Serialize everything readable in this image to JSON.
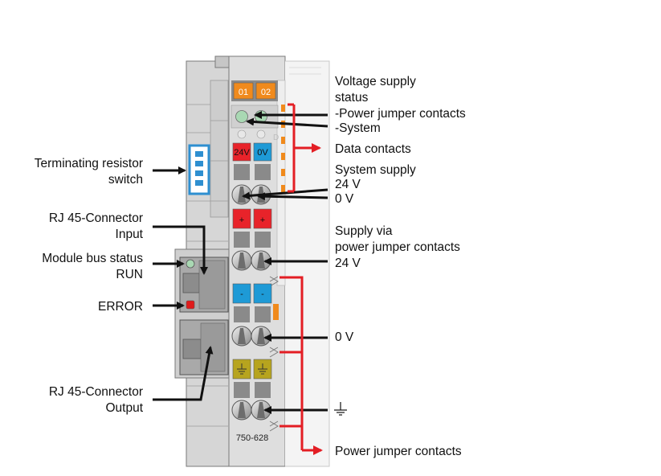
{
  "module": {
    "model": "750-628",
    "status_leds": [
      "01",
      "02"
    ],
    "terminal_labels": {
      "system_24v": "24V",
      "system_0v": "0V",
      "plus": "+",
      "minus": "-"
    }
  },
  "labels_left": {
    "terminating_resistor": [
      "Terminating resistor",
      "switch"
    ],
    "rj45_input": [
      "RJ 45-Connector",
      "Input"
    ],
    "module_bus_status": [
      "Module bus status",
      "RUN"
    ],
    "error": [
      "ERROR"
    ],
    "rj45_output": [
      "RJ 45-Connector",
      "Output"
    ]
  },
  "labels_right": {
    "voltage_supply_status": [
      "Voltage supply",
      "status",
      "-Power jumper contacts",
      "-System"
    ],
    "data_contacts": [
      "Data contacts"
    ],
    "system_supply": [
      "System supply",
      "24 V",
      "0 V"
    ],
    "supply_via_pjc": [
      "Supply via",
      "power jumper contacts",
      "24 V"
    ],
    "zero_v": [
      "0 V"
    ],
    "power_jumper_contacts": [
      "Power jumper contacts"
    ]
  },
  "colors": {
    "housing": "#d9d9d9",
    "housing_dark": "#bdbdbd",
    "outline": "#7a7a7a",
    "led_orange": "#f08a1c",
    "led_green": "#a9d8b3",
    "led_red": "#e01b1b",
    "terminal_red": "#e8232a",
    "terminal_blue": "#1e9ad6",
    "terminal_yellow": "#b7a41e",
    "switch_blue": "#2e8fd0",
    "arrow_red": "#e31e24",
    "arrow_black": "#111111"
  }
}
